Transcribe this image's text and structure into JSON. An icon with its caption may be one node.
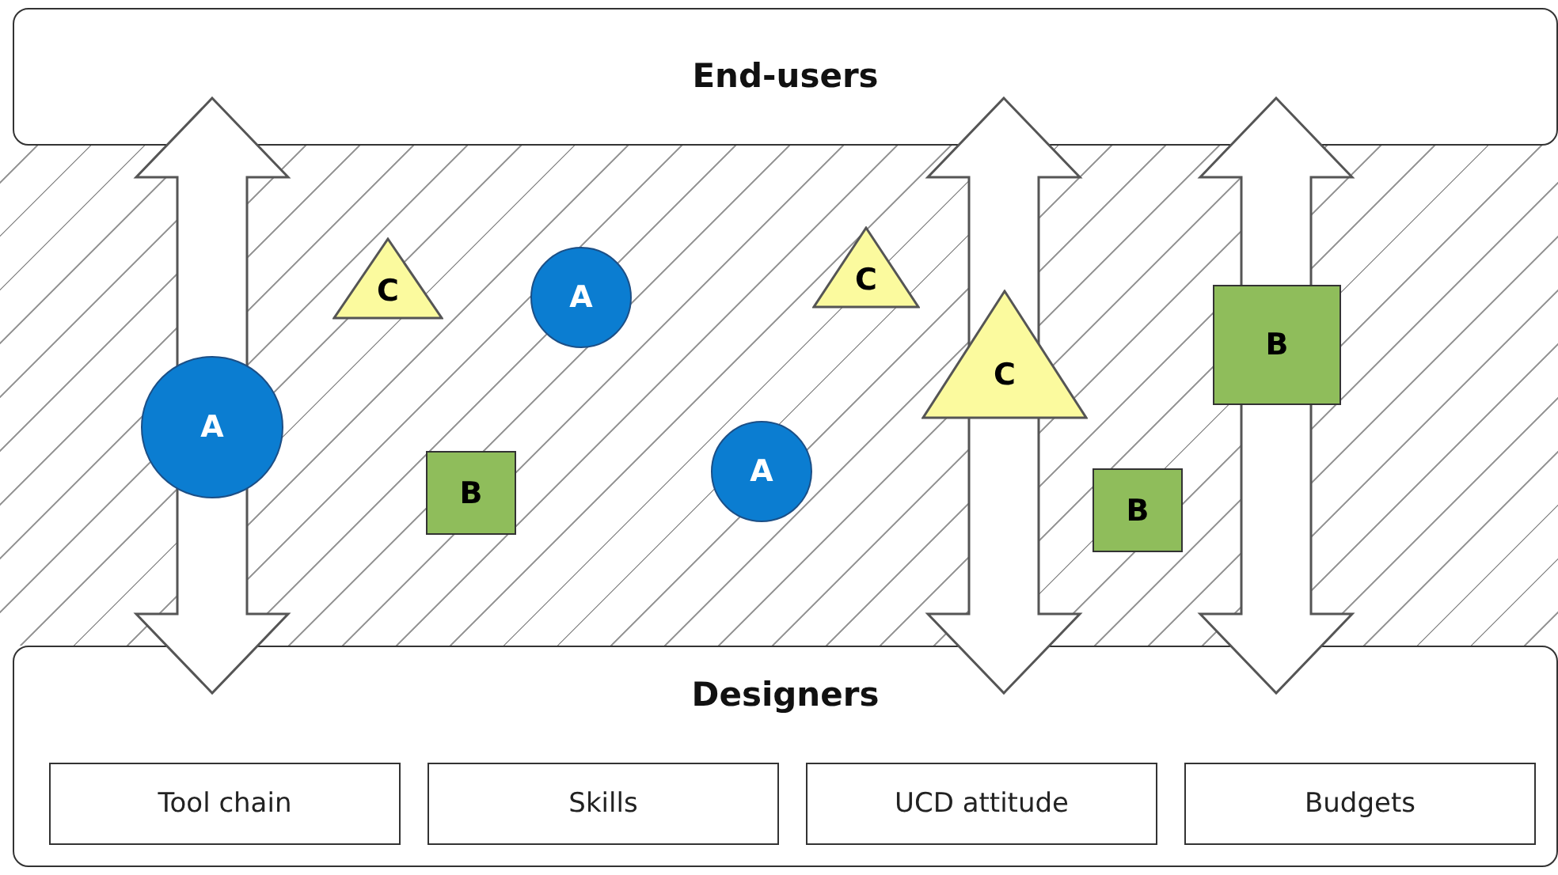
{
  "diagram": {
    "nodes": [
      {
        "text": [
          "End-users"
        ]
      },
      {
        "text": [],
        "shape": "band"
      },
      {
        "text": [
          "Designers"
        ]
      },
      {
        "text": [
          "Tool chain"
        ],
        "in": 2
      },
      {
        "text": [
          "Skills"
        ],
        "in": 2
      },
      {
        "text": [
          "UCD attitude"
        ],
        "in": 2
      },
      {
        "text": [
          "Budgets"
        ],
        "in": 2
      },
      {
        "text": [
          "A"
        ],
        "in": 1
      },
      {
        "text": [
          "C"
        ],
        "in": 1
      },
      {
        "text": [
          "B"
        ],
        "in": 1
      },
      {
        "text": [
          "A"
        ],
        "in": 1
      },
      {
        "text": [
          "A"
        ],
        "in": 1
      },
      {
        "text": [
          "C"
        ],
        "in": 1
      },
      {
        "text": [
          "C"
        ],
        "in": 1
      },
      {
        "text": [
          "B"
        ],
        "in": 1
      },
      {
        "text": [
          "B"
        ],
        "in": 1
      }
    ],
    "edges": [
      {
        "from": 0,
        "to": 2,
        "arrow": "both"
      },
      {
        "from": 0,
        "to": 2,
        "arrow": "both"
      },
      {
        "from": 0,
        "to": 2,
        "arrow": "both"
      }
    ]
  }
}
